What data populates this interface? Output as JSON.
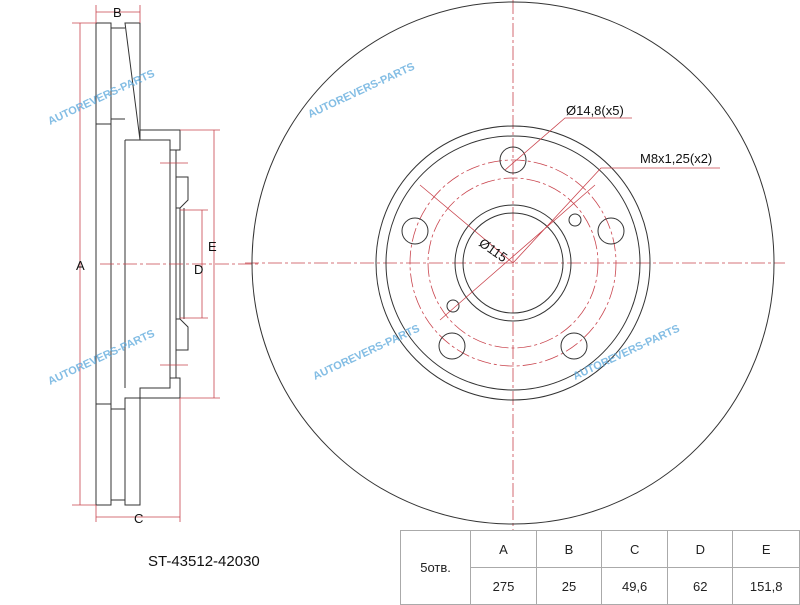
{
  "part_number": "ST-43512-42030",
  "labels": {
    "a": "A",
    "b": "B",
    "c": "C",
    "d": "D",
    "e": "E",
    "holes": "Ø14,8(x5)",
    "threads": "M8x1,25(x2)",
    "pcd": "Ø115"
  },
  "watermark": "AUTOREVERS-PARTS",
  "table": {
    "holes_label": "5отв.",
    "headers": [
      "A",
      "B",
      "C",
      "D",
      "E"
    ],
    "values": [
      "275",
      "25",
      "49,6",
      "62",
      "151,8"
    ]
  }
}
